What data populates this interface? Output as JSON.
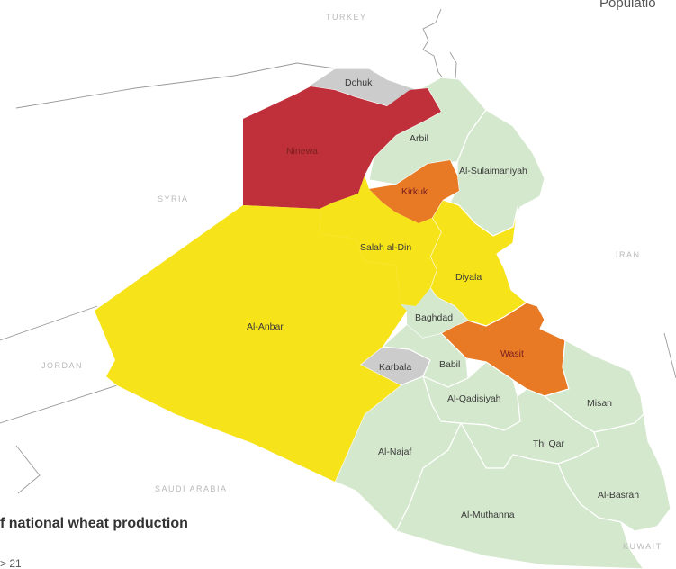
{
  "header": {
    "text": "Populatio"
  },
  "footer": {
    "title": "f national wheat production",
    "subtitle": "> 21"
  },
  "colors": {
    "green": "#d4e8cd",
    "yellow": "#f7e319",
    "orange": "#e87a25",
    "red": "#c42a38",
    "dark_red": "#c0303a",
    "grey": "#cccccc",
    "border": "#ffffff",
    "outline": "#9a9a9a",
    "hatch": "#6a6a6a"
  },
  "countries": [
    {
      "id": "turkey",
      "label": "TURKEY"
    },
    {
      "id": "syria",
      "label": "SYRIA"
    },
    {
      "id": "iran",
      "label": "IRAN"
    },
    {
      "id": "jordan",
      "label": "JORDAN"
    },
    {
      "id": "saudi-arabia",
      "label": "SAUDI ARABIA"
    },
    {
      "id": "kuwait",
      "label": "KUWAIT"
    }
  ],
  "governorates": [
    {
      "id": "dohuk",
      "label": "Dohuk",
      "fill": "grey",
      "hatched": false
    },
    {
      "id": "ninewa",
      "label": "Ninewa",
      "fill": "dark_red",
      "hatched": true
    },
    {
      "id": "erbil",
      "label": "Arbil",
      "fill": "green",
      "hatched": false
    },
    {
      "id": "sulaimaniyah",
      "label": "Al-Sulaimaniyah",
      "fill": "green",
      "hatched": false
    },
    {
      "id": "kirkuk",
      "label": "Kirkuk",
      "fill": "orange",
      "hatched": true
    },
    {
      "id": "salah-al-din",
      "label": "Salah al-Din",
      "fill": "yellow",
      "hatched": true
    },
    {
      "id": "diyala",
      "label": "Diyala",
      "fill": "yellow",
      "hatched": false
    },
    {
      "id": "anbar",
      "label": "Al-Anbar",
      "fill": "yellow",
      "hatched": true
    },
    {
      "id": "baghdad",
      "label": "Baghdad",
      "fill": "green",
      "hatched": true
    },
    {
      "id": "karbala",
      "label": "Karbala",
      "fill": "grey",
      "hatched": false
    },
    {
      "id": "babil",
      "label": "Babil",
      "fill": "green",
      "hatched": false
    },
    {
      "id": "wasit",
      "label": "Wasit",
      "fill": "orange",
      "hatched": false
    },
    {
      "id": "qadisiyah",
      "label": "Al-Qadisiyah",
      "fill": "green",
      "hatched": false
    },
    {
      "id": "misan",
      "label": "Misan",
      "fill": "green",
      "hatched": false
    },
    {
      "id": "najaf",
      "label": "Al-Najaf",
      "fill": "green",
      "hatched": false
    },
    {
      "id": "dhi-qar",
      "label": "Thi Qar",
      "fill": "green",
      "hatched": false
    },
    {
      "id": "basrah",
      "label": "Al-Basrah",
      "fill": "green",
      "hatched": false
    },
    {
      "id": "muthanna",
      "label": "Al-Muthanna",
      "fill": "green",
      "hatched": false
    }
  ]
}
